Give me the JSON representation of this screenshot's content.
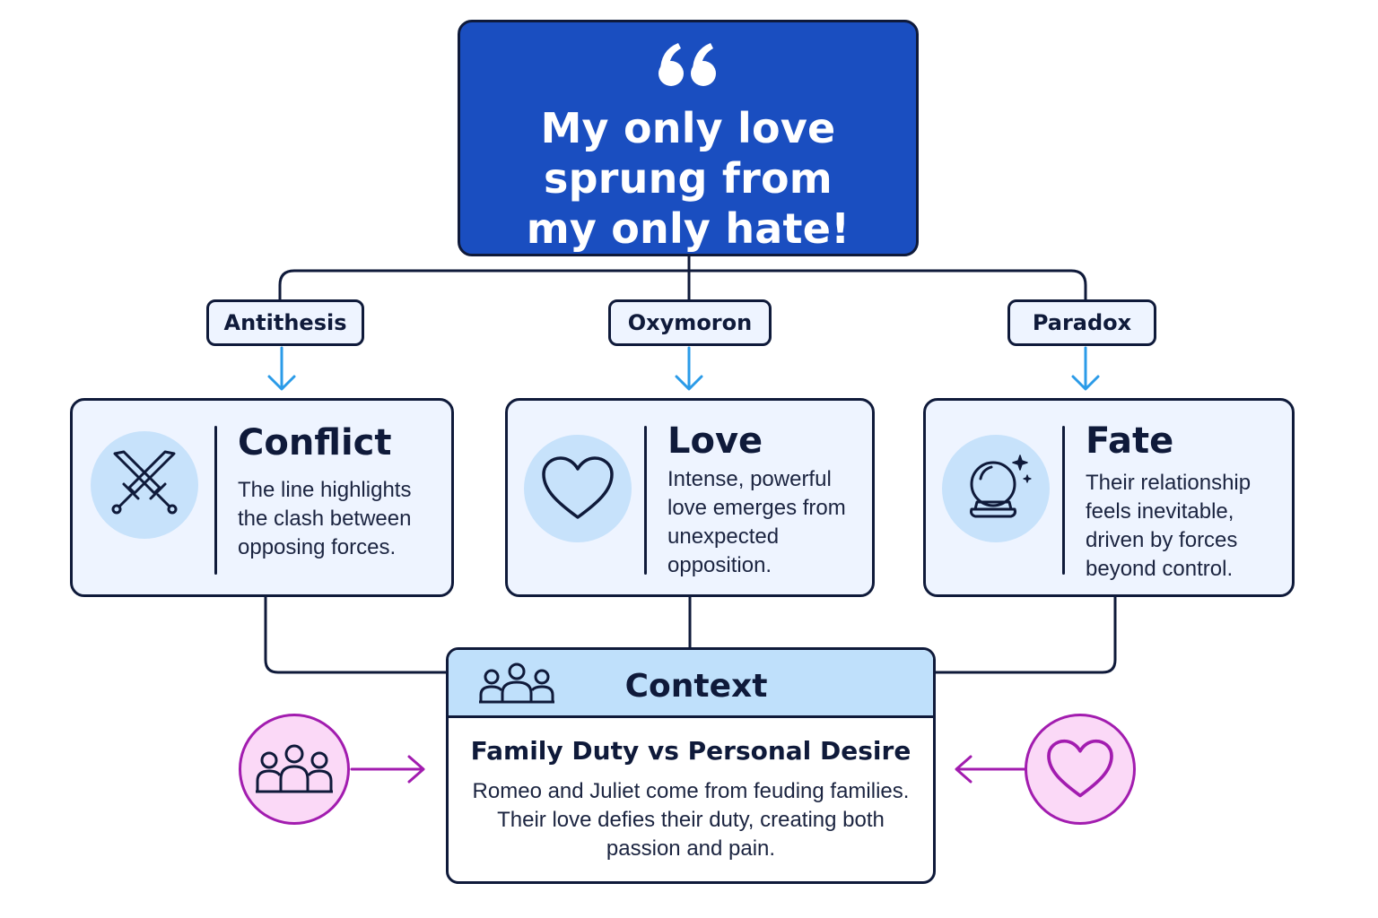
{
  "quote": {
    "text": "My only love\nsprung from\nmy only hate!"
  },
  "devices": [
    {
      "label": "Antithesis"
    },
    {
      "label": "Oxymoron"
    },
    {
      "label": "Paradox"
    }
  ],
  "cards": [
    {
      "title": "Conflict",
      "description": "The line highlights\nthe clash between\nopposing forces.",
      "icon": "crossed-swords-icon"
    },
    {
      "title": "Love",
      "description": "Intense, powerful\nlove emerges from\nunexpected\nopposition.",
      "icon": "heart-icon"
    },
    {
      "title": "Fate",
      "description": "Their relationship\nfeels inevitable,\ndriven by forces\nbeyond control.",
      "icon": "crystal-ball-icon"
    }
  ],
  "context": {
    "title": "Context",
    "subtitle": "Family Duty vs Personal Desire",
    "description": "Romeo and Juliet come from feuding families.\nTheir love defies their duty, creating both\npassion and pain."
  },
  "side_icons": {
    "left": "family-icon",
    "right": "heart-icon"
  },
  "colors": {
    "quote_fill": "#1a4ec0",
    "outline": "#0f1a3a",
    "card_fill": "#eef4ff",
    "icon_bubble": "#c7e2fb",
    "arrow_blue": "#2b9be8",
    "context_header": "#bfe0fb",
    "accent_magenta": "#a21caf",
    "magenta_fill": "#fbd9f7"
  }
}
